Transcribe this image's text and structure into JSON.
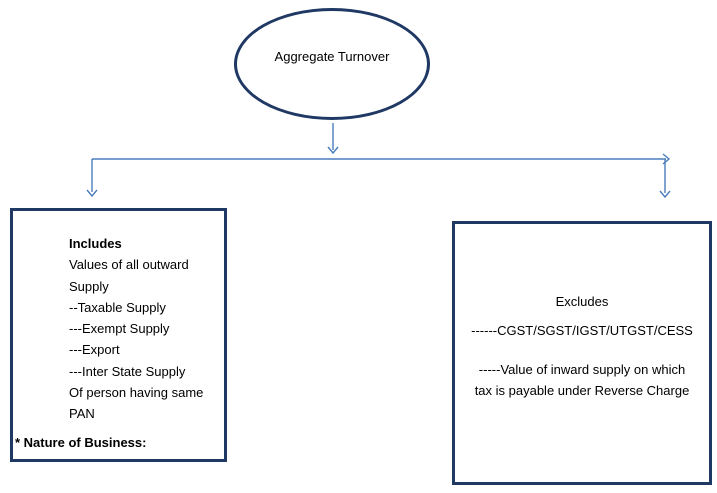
{
  "colors": {
    "shape_border": "#1F3864",
    "connector": "#4A7EBB",
    "text": "#000000"
  },
  "ellipse": {
    "label": "Aggregate Turnover"
  },
  "left_box": {
    "lines": [
      "Includes",
      "Values of all outward",
      "Supply",
      "--Taxable Supply",
      "---Exempt Supply",
      "---Export",
      "---Inter State Supply",
      "Of person having same",
      "PAN"
    ],
    "footer": "* Nature of Business:"
  },
  "right_box": {
    "title": "Excludes",
    "line1": "------CGST/SGST/IGST/UTGST/CESS",
    "line2": "-----Value of inward supply on which",
    "line3": "tax is payable under Reverse Charge"
  }
}
